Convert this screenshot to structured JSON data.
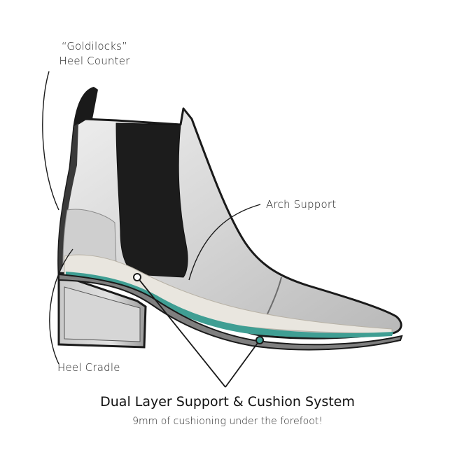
{
  "callouts": {
    "heel_counter": [
      "“Goldilocks”",
      "Heel Counter"
    ],
    "arch_support": "Arch Support",
    "heel_cradle": "Heel Cradle"
  },
  "caption": {
    "title": "Dual Layer Support & Cushion System",
    "subtitle": "9mm of cushioning under the forefoot!"
  },
  "colors": {
    "leather": "#d9d9d9",
    "leather_shadow": "#9e9e9e",
    "elastic": "#1c1c1c",
    "outline": "#1a1a1a",
    "cushion_layer": "#e9e6df",
    "support_layer": "#3f9e93",
    "sole": "#8a8a8a"
  }
}
